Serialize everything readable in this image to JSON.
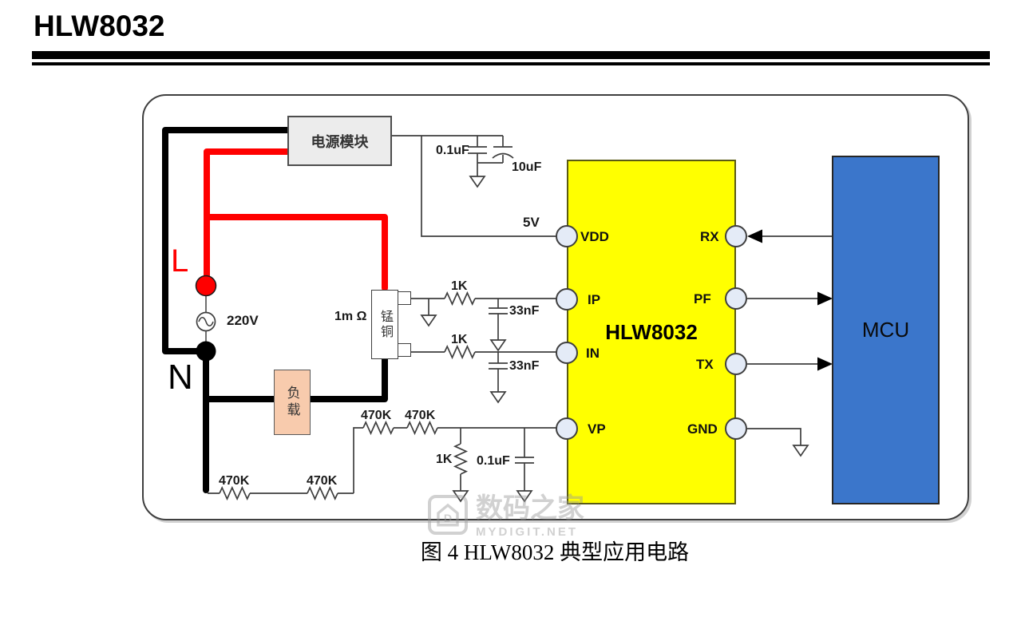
{
  "page": {
    "title": "HLW8032",
    "caption": "图  4 HLW8032 典型应用电路"
  },
  "watermark": {
    "name": "数码之家",
    "site": "MYDIGIT.NET"
  },
  "circuit": {
    "power_module_label": "电源模块",
    "load_label": "负载",
    "shunt": {
      "material": "锰铜",
      "value": "1m Ω"
    },
    "source": {
      "voltage": "220V",
      "live": "L",
      "neutral": "N"
    },
    "rail_5v": "5V",
    "chip": {
      "name": "HLW8032",
      "left_pins": [
        "VDD",
        "IP",
        "IN",
        "VP"
      ],
      "right_pins": [
        "RX",
        "PF",
        "TX",
        "GND"
      ]
    },
    "mcu_label": "MCU",
    "values": {
      "cap_vdd_small": "0.1uF",
      "cap_vdd_bulk": "10uF",
      "r_ip": "1K",
      "r_in": "1K",
      "c_ip": "33nF",
      "c_in": "33nF",
      "r_div": [
        "470K",
        "470K",
        "470K",
        "470K"
      ],
      "r_vp_gnd": "1K",
      "c_vp": "0.1uF"
    },
    "colors": {
      "chip_fill": "#ffff00",
      "mcu_fill": "#3b76cb",
      "live_wire": "#ff0000",
      "neutral_wire": "#000000",
      "load_fill": "#f8cbad"
    }
  }
}
